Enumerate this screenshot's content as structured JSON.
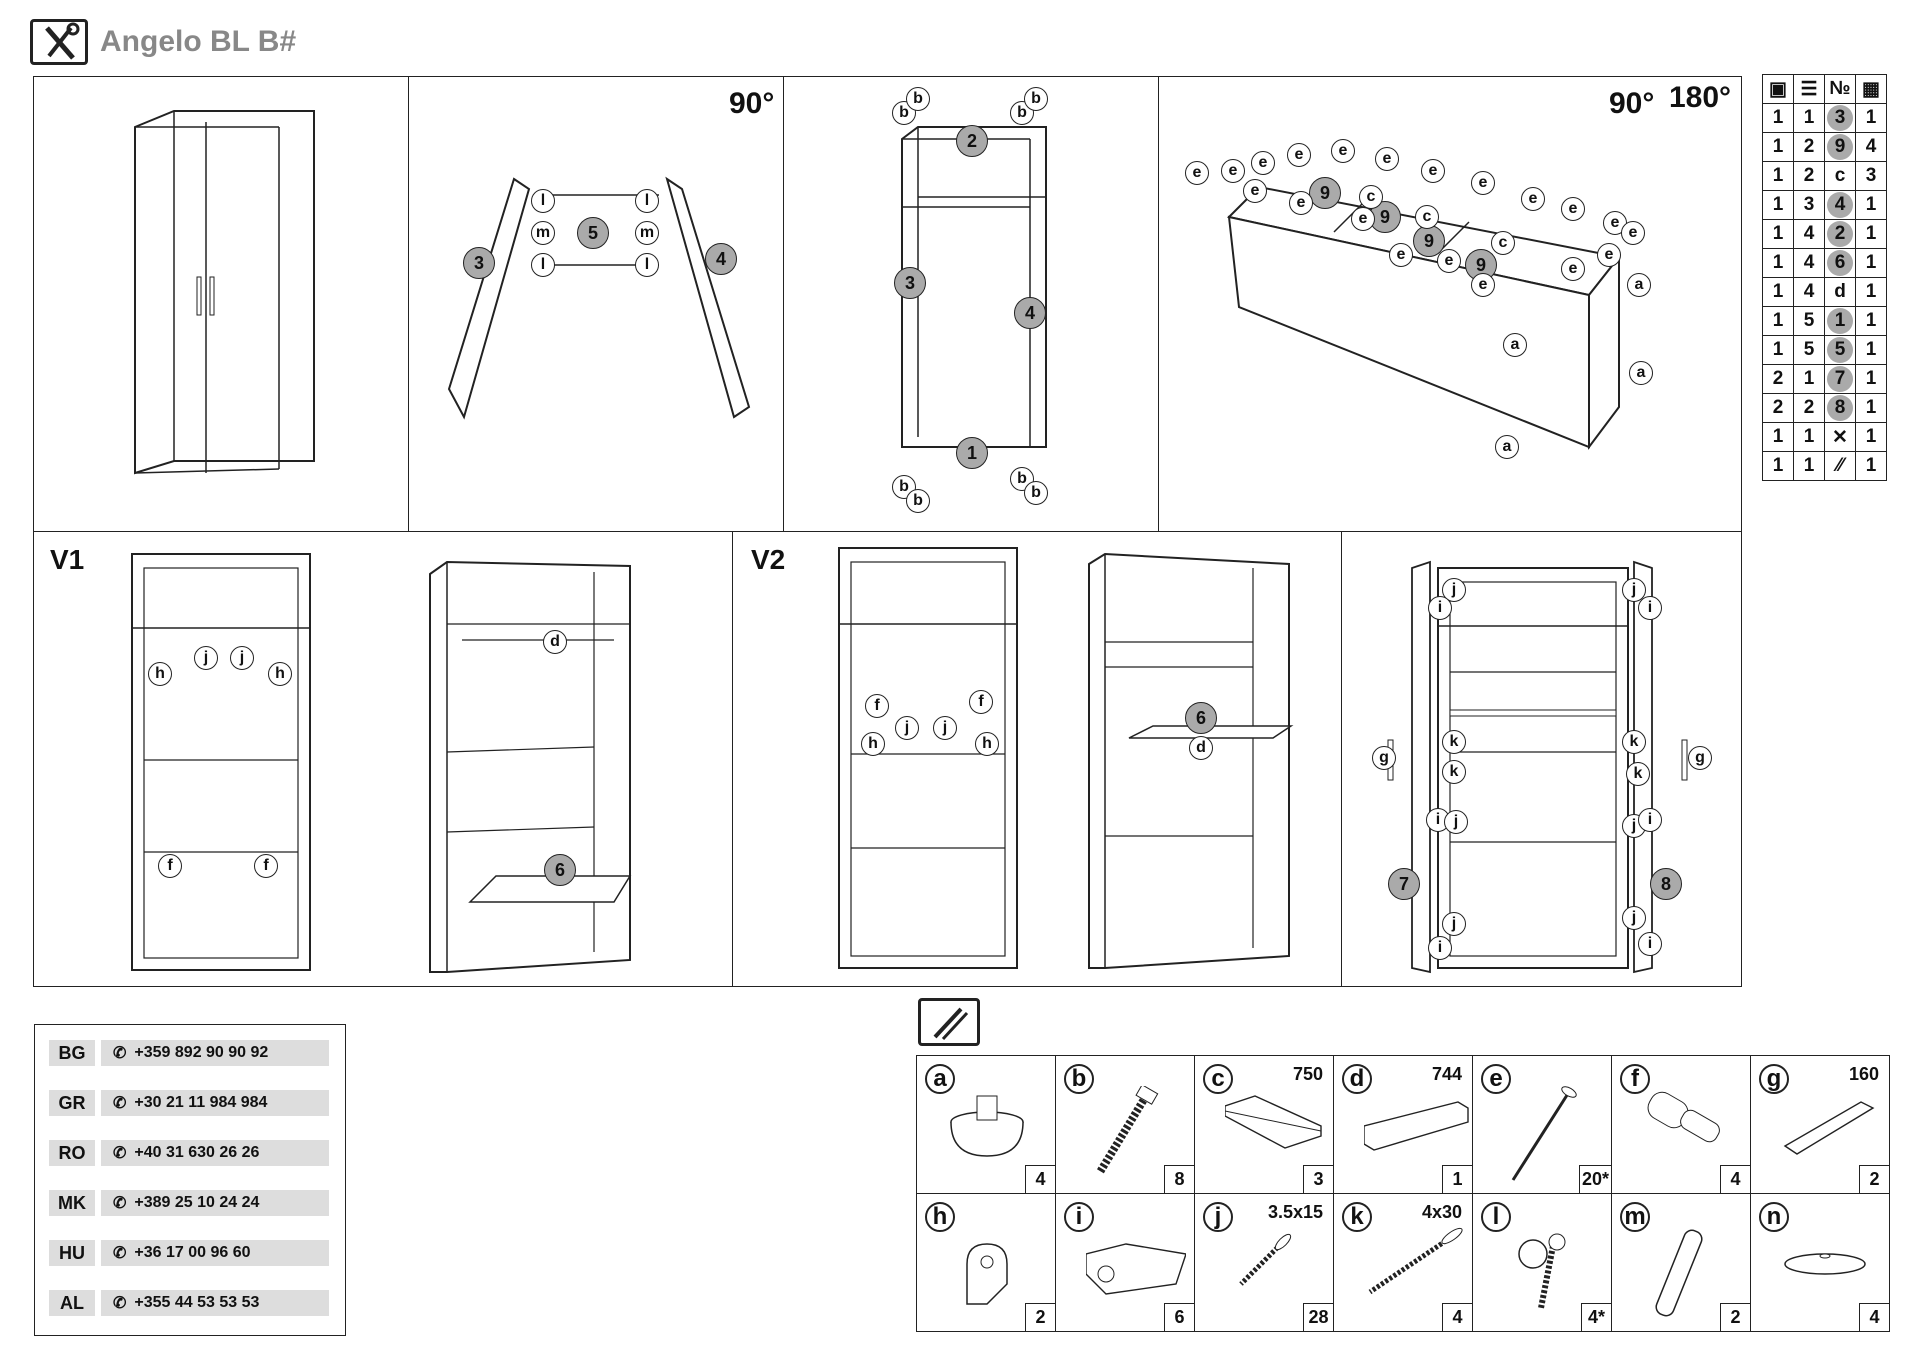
{
  "header": {
    "title": "Angelo BL B#",
    "icon": "tools-icon"
  },
  "steps": {
    "rotate_90": "90°",
    "rotate_180": "180°",
    "v1_label": "V1",
    "v2_label": "V2"
  },
  "parts_table": {
    "header_icons": [
      "box-icon",
      "stack-icon",
      "number-sign",
      "grid-icon"
    ],
    "header_no": "№",
    "rows": [
      [
        "1",
        "1",
        "3",
        "1"
      ],
      [
        "1",
        "2",
        "9",
        "4"
      ],
      [
        "1",
        "2",
        "c",
        "3"
      ],
      [
        "1",
        "3",
        "4",
        "1"
      ],
      [
        "1",
        "4",
        "2",
        "1"
      ],
      [
        "1",
        "4",
        "6",
        "1"
      ],
      [
        "1",
        "4",
        "d",
        "1"
      ],
      [
        "1",
        "5",
        "1",
        "1"
      ],
      [
        "1",
        "5",
        "5",
        "1"
      ],
      [
        "2",
        "1",
        "7",
        "1"
      ],
      [
        "2",
        "2",
        "8",
        "1"
      ],
      [
        "1",
        "1",
        "tools-icon",
        "1"
      ],
      [
        "1",
        "1",
        "hardware-icon",
        "1"
      ]
    ],
    "highlighted": [
      0,
      1,
      3,
      4,
      5,
      7,
      8,
      9,
      10
    ]
  },
  "phones": [
    {
      "country": "BG",
      "number": "+359 892 90 90 92"
    },
    {
      "country": "GR",
      "number": "+30 21 11 984 984"
    },
    {
      "country": "RO",
      "number": "+40 31 630 26 26"
    },
    {
      "country": "MK",
      "number": "+389 25 10 24 24"
    },
    {
      "country": "HU",
      "number": "+36 17 00 96 60"
    },
    {
      "country": "AL",
      "number": "+355 44 53 53 53"
    }
  ],
  "hardware": [
    {
      "letter": "a",
      "size": "",
      "qty": "4",
      "icon": "leveling-foot-icon"
    },
    {
      "letter": "b",
      "size": "",
      "qty": "8",
      "icon": "confirmat-screw-icon"
    },
    {
      "letter": "c",
      "size": "750",
      "qty": "3",
      "icon": "connector-profile-icon"
    },
    {
      "letter": "d",
      "size": "744",
      "qty": "1",
      "icon": "hanging-rail-icon"
    },
    {
      "letter": "e",
      "size": "",
      "qty": "20*",
      "icon": "nail-icon"
    },
    {
      "letter": "f",
      "size": "",
      "qty": "4",
      "icon": "shelf-pin-icon"
    },
    {
      "letter": "g",
      "size": "160",
      "qty": "2",
      "icon": "handle-icon"
    },
    {
      "letter": "h",
      "size": "",
      "qty": "2",
      "icon": "rail-holder-icon"
    },
    {
      "letter": "i",
      "size": "",
      "qty": "6",
      "icon": "hinge-icon"
    },
    {
      "letter": "j",
      "size": "3.5x15",
      "qty": "28",
      "icon": "short-screw-icon"
    },
    {
      "letter": "k",
      "size": "4x30",
      "qty": "4",
      "icon": "long-screw-icon"
    },
    {
      "letter": "l",
      "size": "",
      "qty": "4*",
      "icon": "cam-lock-icon"
    },
    {
      "letter": "m",
      "size": "",
      "qty": "2",
      "icon": "dowel-icon"
    },
    {
      "letter": "n",
      "size": "",
      "qty": "4",
      "icon": "disc-glide-icon"
    }
  ]
}
